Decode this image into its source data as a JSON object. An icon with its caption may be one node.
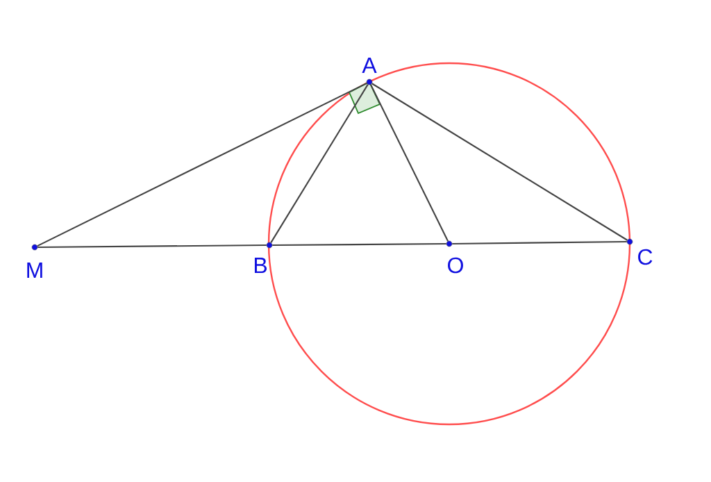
{
  "diagram": {
    "nodes": [
      {
        "text": [
          "A"
        ]
      },
      {
        "text": [
          "M"
        ]
      },
      {
        "text": [
          "B"
        ]
      },
      {
        "text": [
          "O"
        ]
      },
      {
        "text": [
          "C"
        ]
      }
    ],
    "edges": [
      {
        "from": 1,
        "to": 0,
        "arrow": "none"
      },
      {
        "from": 0,
        "to": 2,
        "arrow": "none"
      },
      {
        "from": 0,
        "to": 3,
        "arrow": "none"
      },
      {
        "from": 0,
        "to": 4,
        "arrow": "none"
      },
      {
        "from": 1,
        "to": 2,
        "arrow": "none"
      },
      {
        "from": 2,
        "to": 3,
        "arrow": "none"
      },
      {
        "from": 3,
        "to": 4,
        "arrow": "none"
      }
    ]
  }
}
